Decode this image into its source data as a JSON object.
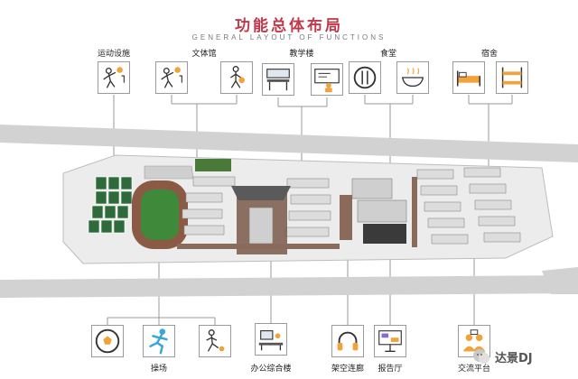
{
  "title": "功能总体布局",
  "subtitle": "GENERAL LAYOUT OF FUNCTIONS",
  "top_categories": [
    {
      "label": "运动设施",
      "icons": [
        "volleyball-player-icon"
      ]
    },
    {
      "label": "文体馆",
      "icons": [
        "volleyball-player-icon",
        "basketball-player-icon"
      ]
    },
    {
      "label": "教学楼",
      "icons": [
        "classroom-desk-icon",
        "teacher-blackboard-icon"
      ]
    },
    {
      "label": "食堂",
      "icons": [
        "plate-cutlery-icon",
        "food-bowl-icon"
      ]
    },
    {
      "label": "宿舍",
      "icons": [
        "bed-icon",
        "bunk-bed-icon"
      ]
    }
  ],
  "bottom_categories": [
    {
      "label": "操场",
      "icons": [
        "soccer-ball-icon",
        "runner-icon",
        "soccer-player-icon"
      ]
    },
    {
      "label": "办公综合楼",
      "icons": [
        "office-desk-icon"
      ]
    },
    {
      "label": "架空连廊",
      "icons": [
        "headphones-icon"
      ]
    },
    {
      "label": "报告厅",
      "icons": [
        "presentation-icon"
      ]
    },
    {
      "label": "交流平台",
      "icons": [
        "people-meeting-icon"
      ]
    }
  ],
  "watermark": "达景DJ",
  "colors": {
    "title": "#c0394b",
    "road": "#cfcfcf",
    "building": "#d9d9d9",
    "field": "#3e8a3a",
    "track": "#8a5a44"
  }
}
